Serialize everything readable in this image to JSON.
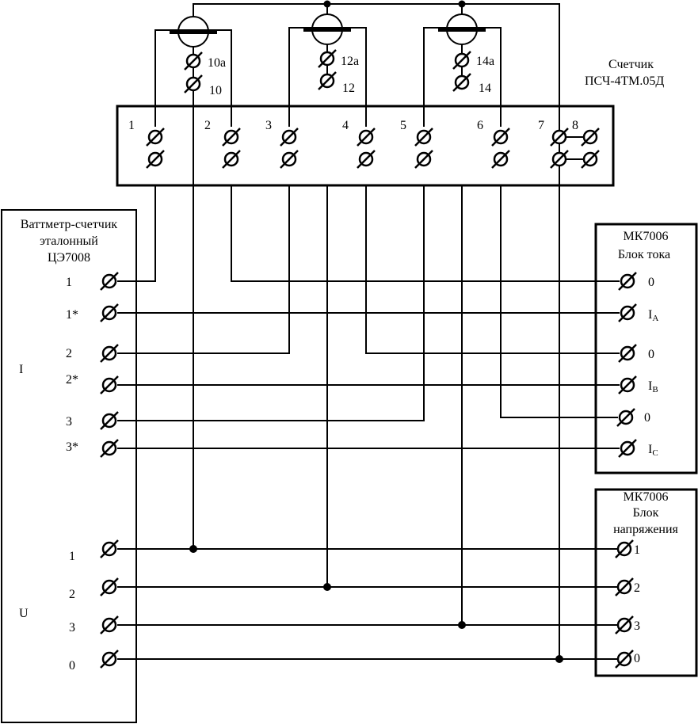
{
  "meter": {
    "title_line1": "Счетчик",
    "title_line2": "ПСЧ-4ТМ.05Д",
    "block_numbers": [
      "1",
      "2",
      "3",
      "4",
      "5",
      "6",
      "7",
      "8"
    ],
    "fuse_terminals": [
      {
        "top": "10а",
        "bottom": "10"
      },
      {
        "top": "12а",
        "bottom": "12"
      },
      {
        "top": "14а",
        "bottom": "14"
      }
    ]
  },
  "wattmeter": {
    "title_line1": "Ваттметр-счетчик",
    "title_line2": "эталонный",
    "title_line3": "ЦЭ7008",
    "current_group_label": "I",
    "voltage_group_label": "U",
    "current_terminals": [
      "1",
      "1*",
      "2",
      "2*",
      "3",
      "3*"
    ],
    "voltage_terminals": [
      "1",
      "2",
      "3",
      "0"
    ]
  },
  "current_block": {
    "title_line1": "МК7006",
    "title_line2": "Блок тока",
    "terminals": [
      {
        "label": "0",
        "sub": ""
      },
      {
        "label": "I",
        "sub": "A"
      },
      {
        "label": "0",
        "sub": ""
      },
      {
        "label": "I",
        "sub": "B"
      },
      {
        "label": "0",
        "sub": ""
      },
      {
        "label": "I",
        "sub": "C"
      }
    ]
  },
  "voltage_block": {
    "title_line1": "МК7006",
    "title_line2": "Блок",
    "title_line3": "напряжения",
    "terminals": [
      "1",
      "2",
      "3",
      "0"
    ]
  }
}
